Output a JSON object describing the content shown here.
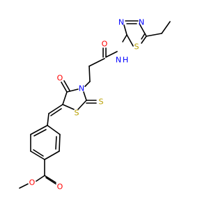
{
  "structure": {
    "atoms": [
      {
        "id": "O_ketone",
        "text": "O",
        "element": "O"
      },
      {
        "id": "N_ring",
        "text": "N",
        "element": "N"
      },
      {
        "id": "S_ring",
        "text": "S",
        "element": "S"
      },
      {
        "id": "S_thione",
        "text": "S",
        "element": "S"
      },
      {
        "id": "O_amide",
        "text": "O",
        "element": "O"
      },
      {
        "id": "NH_amide",
        "text": "N",
        "element": "N"
      },
      {
        "id": "H_amide",
        "text": "H",
        "element": "H"
      },
      {
        "id": "N_tdz_a",
        "text": "N",
        "element": "N"
      },
      {
        "id": "N_tdz_b",
        "text": "N",
        "element": "N"
      },
      {
        "id": "S_tdz",
        "text": "S",
        "element": "S"
      },
      {
        "id": "O_ester_carbonyl",
        "text": "O",
        "element": "O"
      },
      {
        "id": "O_ester_ether",
        "text": "O",
        "element": "O"
      }
    ]
  },
  "colors": {
    "O": "#ff0000",
    "N": "#0000ff",
    "S": "#b8a000",
    "H": "#0000ff",
    "bond": "#000000"
  }
}
